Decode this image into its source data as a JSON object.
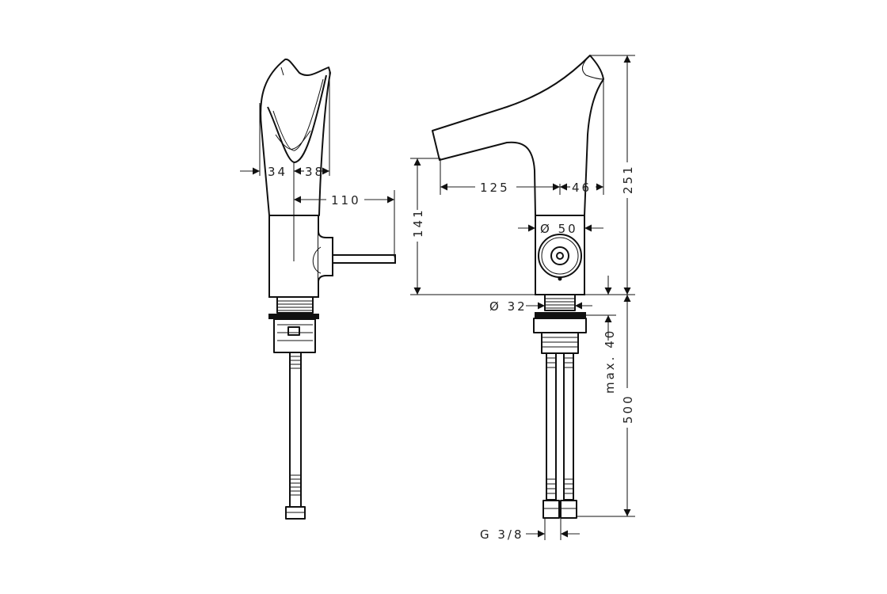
{
  "drawing": {
    "front_view": {
      "width_left": "34",
      "width_right": "38",
      "lever_reach": "110"
    },
    "side_view": {
      "spout_reach": "125",
      "spout_tip": "46",
      "total_height": "251",
      "spout_height": "141",
      "body_diameter": "Ø 50",
      "shank_diameter": "Ø 32",
      "max_counter_thickness": "max. 40",
      "hose_length": "500",
      "connection_thread": "G 3/8"
    }
  }
}
